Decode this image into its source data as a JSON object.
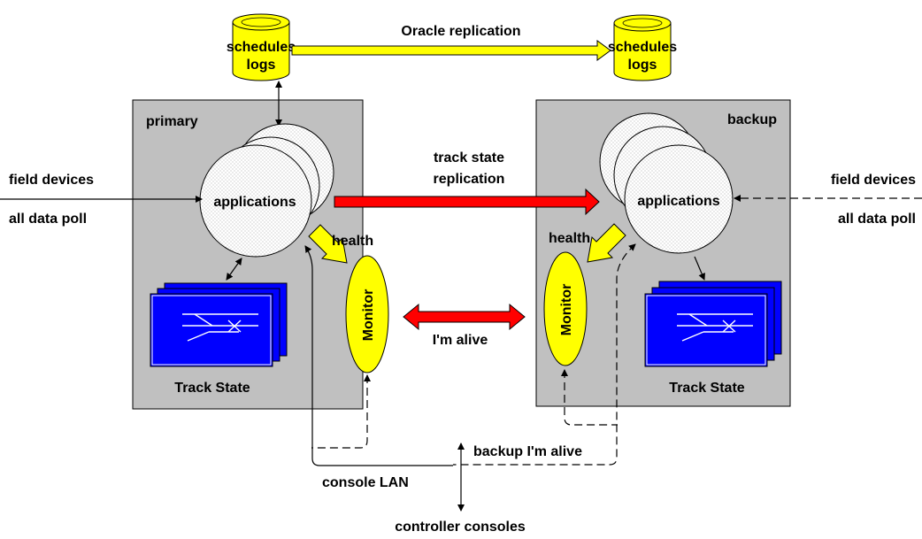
{
  "colors": {
    "server_box": "#c0c0c0",
    "database": "#ffff00",
    "monitor": "#ffff00",
    "replication_arrow": "#ff0000",
    "track_display": "#0000ff"
  },
  "databases": {
    "left": {
      "line1": "schedules",
      "line2": "logs"
    },
    "right": {
      "line1": "schedules",
      "line2": "logs"
    }
  },
  "oracle_replication": "Oracle replication",
  "primary": {
    "title": "primary",
    "applications": "applications",
    "health": "health",
    "monitor": "Monitor",
    "track_state": "Track State"
  },
  "backup": {
    "title": "backup",
    "applications": "applications",
    "health": "health",
    "monitor": "Monitor",
    "track_state": "Track State"
  },
  "left_inputs": {
    "field_devices": "field devices",
    "all_data_poll": "all data poll"
  },
  "right_inputs": {
    "field_devices": "field devices",
    "all_data_poll": "all data poll"
  },
  "track_replication": {
    "line1": "track state",
    "line2": "replication"
  },
  "im_alive": "I'm alive",
  "backup_im_alive": "backup I'm alive",
  "console_lan": "console LAN",
  "controller_consoles": "controller consoles"
}
